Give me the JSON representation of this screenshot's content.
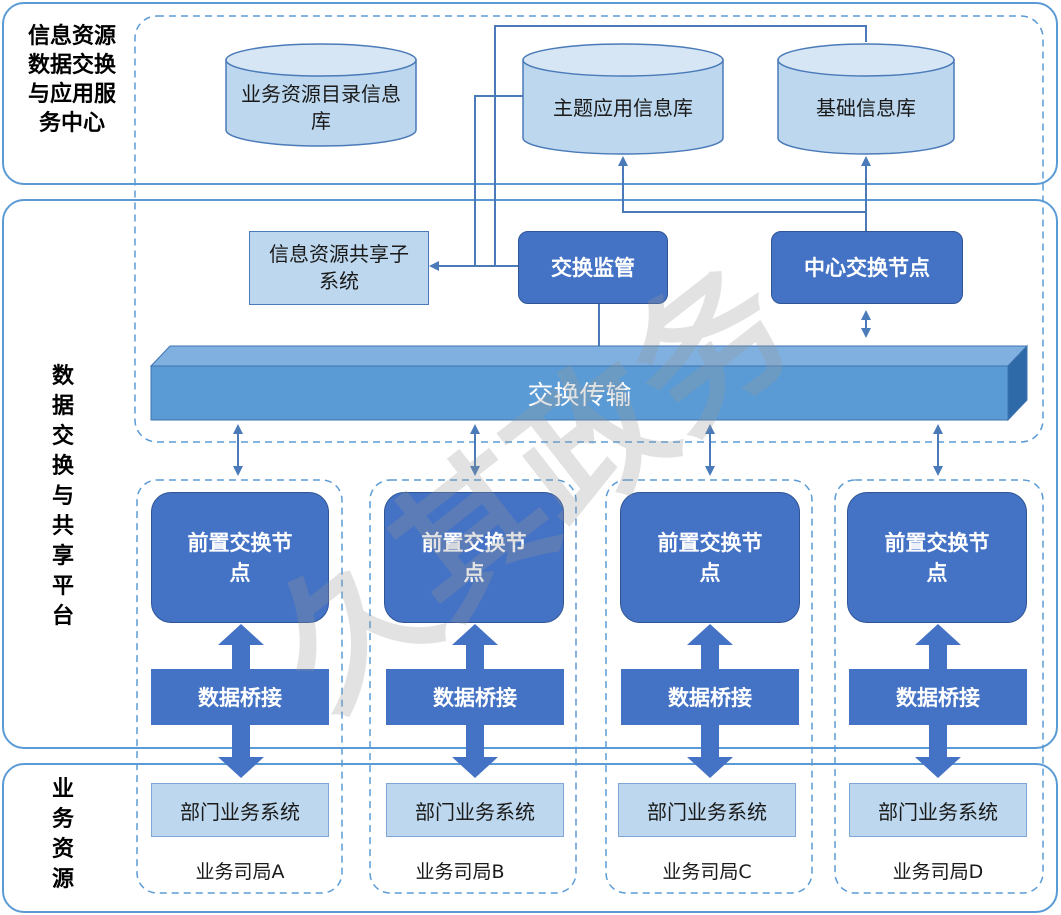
{
  "layers": {
    "top_label": "信息资源数据交换与应用服务中心",
    "middle_label": "数据交换与共享平台",
    "bottom_label": "业务资源"
  },
  "databases": [
    {
      "label": "业务资源目录信息库"
    },
    {
      "label": "主题应用信息库"
    },
    {
      "label": "基础信息库"
    }
  ],
  "platform": {
    "sharing_subsystem": "信息资源共享子系统",
    "exchange_supervision": "交换监管",
    "central_exchange_node": "中心交换节点",
    "exchange_transport": "交换传输"
  },
  "columns": [
    {
      "front_node": "前置交换节点",
      "bridge": "数据桥接",
      "dept_system": "部门业务系统",
      "bureau": "业务司局A"
    },
    {
      "front_node": "前置交换节点",
      "bridge": "数据桥接",
      "dept_system": "部门业务系统",
      "bureau": "业务司局B"
    },
    {
      "front_node": "前置交换节点",
      "bridge": "数据桥接",
      "dept_system": "部门业务系统",
      "bureau": "业务司局C"
    },
    {
      "front_node": "前置交换节点",
      "bridge": "数据桥接",
      "dept_system": "部门业务系统",
      "bureau": "业务司局D"
    }
  ],
  "watermark": "久其政务",
  "colors": {
    "layer_border": "#5b9bd5",
    "dark_box": "#4472c4",
    "light_box": "#bdd7ee",
    "transport_bar": "#5b9bd5"
  }
}
